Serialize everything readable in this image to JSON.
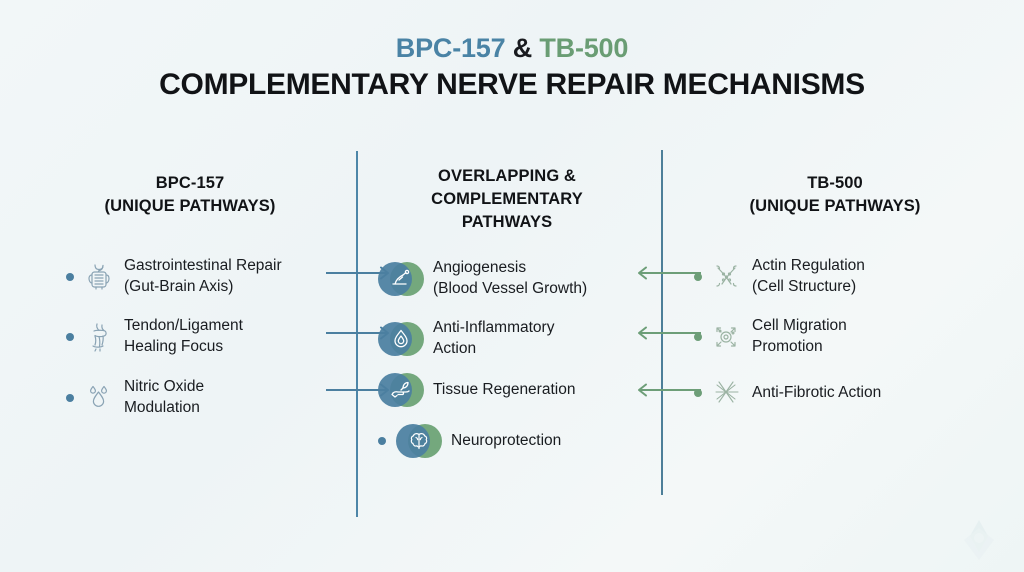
{
  "title": {
    "line1_part1": "BPC-157",
    "line1_amp": " & ",
    "line1_part2": "TB-500",
    "line2": "COMPLEMENTARY NERVE REPAIR MECHANISMS"
  },
  "colors": {
    "bpc_blue": "#4a83a5",
    "tb_green": "#6a9d74",
    "arrow_blue": "#4b7fa0",
    "arrow_green": "#6d9e78",
    "divider_blue": "#4d86a8",
    "text": "#191c20",
    "background": "#f1f6f8"
  },
  "columns": {
    "left": {
      "heading": "BPC-157\n(UNIQUE PATHWAYS)",
      "bullet_color": "#4b7fa0",
      "items": [
        {
          "label": "Gastrointestinal Repair\n(Gut-Brain Axis)",
          "icon": "intestine-icon"
        },
        {
          "label": "Tendon/Ligament\nHealing Focus",
          "icon": "knee-joint-icon"
        },
        {
          "label": "Nitric Oxide\nModulation",
          "icon": "water-droplets-icon"
        }
      ]
    },
    "center": {
      "heading": "OVERLAPPING &\nCOMPLEMENTARY\nPATHWAYS",
      "bullet_color": "#4b7fa0",
      "items": [
        {
          "label": "Angiogenesis\n(Blood Vessel Growth)",
          "icon": "blood-vessel-icon",
          "has_arrows": true
        },
        {
          "label": "Anti-Inflammatory\nAction",
          "icon": "flame-droplet-icon",
          "has_arrows": true
        },
        {
          "label": "Tissue Regeneration",
          "icon": "hand-leaf-icon",
          "has_arrows": true
        },
        {
          "label": "Neuroprotection",
          "icon": "brain-icon",
          "has_arrows": false
        }
      ]
    },
    "right": {
      "heading": "TB-500\n(UNIQUE PATHWAYS)",
      "bullet_color": "#6d9e78",
      "items": [
        {
          "label": "Actin Regulation\n(Cell Structure)",
          "icon": "actin-filament-icon"
        },
        {
          "label": "Cell Migration\nPromotion",
          "icon": "cell-migration-icon"
        },
        {
          "label": "Anti-Fibrotic Action",
          "icon": "fibril-strands-icon"
        }
      ]
    }
  },
  "arrows": {
    "left_to_center": {
      "direction": "right",
      "color": "#4b7fa0",
      "count": 3
    },
    "right_to_center": {
      "direction": "left",
      "color": "#6d9e78",
      "count": 3
    }
  }
}
